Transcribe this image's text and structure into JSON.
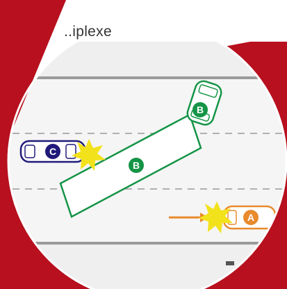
{
  "title": "..iplexe",
  "colors": {
    "frame": "#B8101E",
    "panel": "#FFFFFF",
    "road": "#F0F0F0",
    "vehicle_a": "#E98A2C",
    "vehicle_b": "#159447",
    "vehicle_c": "#1F1A7A",
    "impact": "#F2E21B"
  },
  "vehicles": {
    "a": {
      "label": "A"
    },
    "b_car": {
      "label": "B"
    },
    "b_trailer": {
      "label": "B"
    },
    "c": {
      "label": "C"
    }
  }
}
